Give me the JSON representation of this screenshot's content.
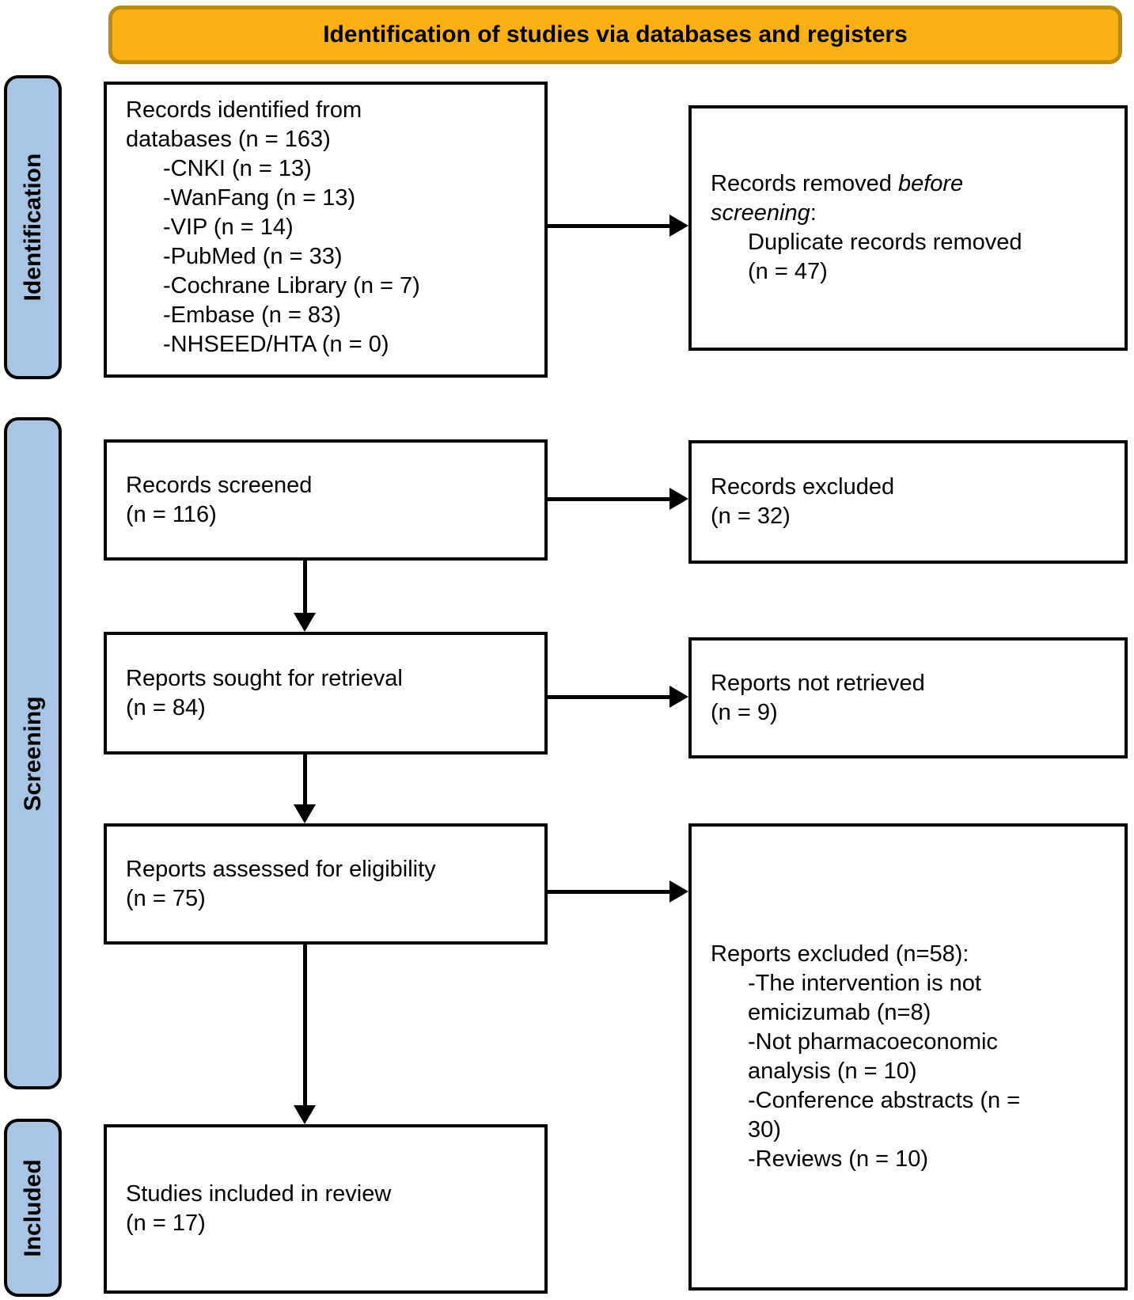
{
  "title_bar": {
    "label": "Identification of studies via databases and registers"
  },
  "stages": {
    "identification": "Identification",
    "screening": "Screening",
    "included": "Included"
  },
  "colors": {
    "title_fill": "#FBB116",
    "title_border": "#B98A10",
    "stage_fill": "#A8C5E6",
    "box_border": "#000000",
    "arrow": "#000000"
  },
  "boxes": {
    "records_identified": {
      "lines": [
        "Records identified from",
        "databases (n = 163)",
        "-CNKI (n = 13)",
        "-WanFang (n = 13)",
        "-VIP (n = 14)",
        "-PubMed (n = 33)",
        "-Cochrane Library (n = 7)",
        "-Embase (n = 83)",
        "-NHSEED/HTA (n = 0)"
      ]
    },
    "records_removed": {
      "line1_normal": "Records removed ",
      "line1_italic": "before",
      "line2_italic": "screening",
      "line2_normal": ":",
      "line3": "Duplicate records removed",
      "line4": "(n = 47)"
    },
    "records_screened": {
      "line1": "Records screened",
      "line2": "(n = 116)"
    },
    "records_excluded": {
      "line1": "Records excluded",
      "line2": "(n = 32)"
    },
    "reports_sought": {
      "line1": "Reports sought for retrieval",
      "line2": "(n = 84)"
    },
    "reports_not_retrieved": {
      "line1": "Reports not retrieved",
      "line2": "(n = 9)"
    },
    "reports_assessed": {
      "line1": "Reports assessed for eligibility",
      "line2": "(n = 75)"
    },
    "reports_excluded": {
      "lines": [
        "Reports excluded (n=58):",
        "-The intervention is not",
        "emicizumab (n=8)",
        "-Not pharmacoeconomic",
        "analysis (n = 10)",
        "-Conference abstracts (n =",
        "30)",
        "-Reviews (n = 10)"
      ]
    },
    "studies_included": {
      "line1": "Studies included in review",
      "line2": "(n = 17)"
    }
  }
}
